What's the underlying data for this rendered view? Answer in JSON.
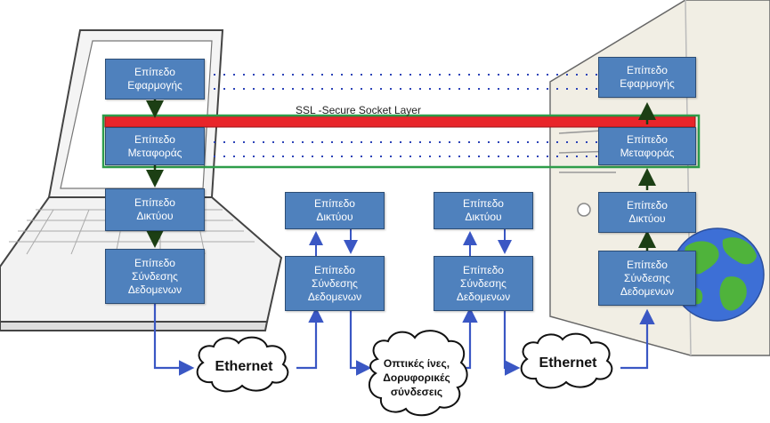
{
  "diagram": {
    "ssl_label": "SSL -Secure Socket Layer",
    "client_stack": {
      "application": "Επίπεδο\nΕφαρμογής",
      "transport": "Επίπεδο\nΜεταφοράς",
      "network": "Επίπεδο\nΔικτύου",
      "datalink": "Επίπεδο\nΣύνδεσης\nΔεδομενων"
    },
    "router1": {
      "network": "Επίπεδο\nΔικτύου",
      "datalink": "Επίπεδο\nΣύνδεσης\nΔεδομενων"
    },
    "router2": {
      "network": "Επίπεδο\nΔικτύου",
      "datalink": "Επίπεδο\nΣύνδεσης\nΔεδομενων"
    },
    "server_stack": {
      "application": "Επίπεδο\nΕφαρμογής",
      "transport": "Επίπεδο\nΜεταφοράς",
      "network": "Επίπεδο\nΔικτύου",
      "datalink": "Επίπεδο\nΣύνδεσης\nΔεδομενων"
    },
    "clouds": {
      "ethernet_left": "Ethernet",
      "optical": "Οπτικές ίνες,\nΔορυφορικές\nσύνδεσεις",
      "ethernet_right": "Ethernet"
    },
    "colors": {
      "box_fill": "#4f81bd",
      "ssl_bar": "#e8252a",
      "transport_frame": "#2e9d4a",
      "link_line": "#3a57c4",
      "stack_arrow": "#1c3f14"
    }
  }
}
